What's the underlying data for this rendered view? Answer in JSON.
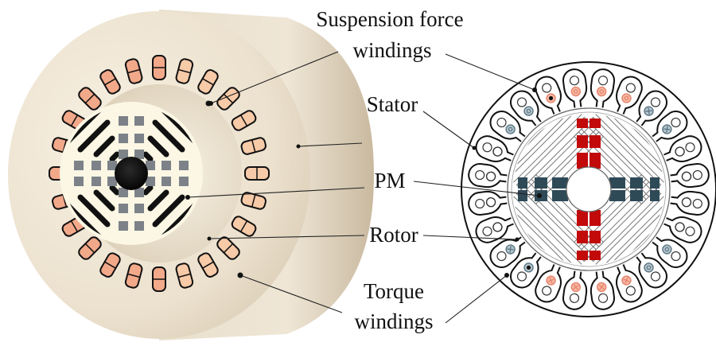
{
  "labels": {
    "suspension_line1": "Suspension force",
    "suspension_line2": "windings",
    "stator": "Stator",
    "pm": "PM",
    "rotor": "Rotor",
    "torque_line1": "Torque",
    "torque_line2": "windings"
  },
  "colors": {
    "housing": "#efe6d6",
    "rotor_face": "#fbf7e4",
    "coil_3d": "#f2a98a",
    "coil_3d_light": "#f7caa8",
    "pm_3d": "#7d8289",
    "pm_2d": "#2e4a57",
    "pm_2d_red": "#c20a0a",
    "suspension_coil": "#e8836a",
    "torque_coil": "#5a7785"
  },
  "cross_section": {
    "slot_count": 24,
    "pm_layers_per_pole": 3,
    "poles": 4
  }
}
